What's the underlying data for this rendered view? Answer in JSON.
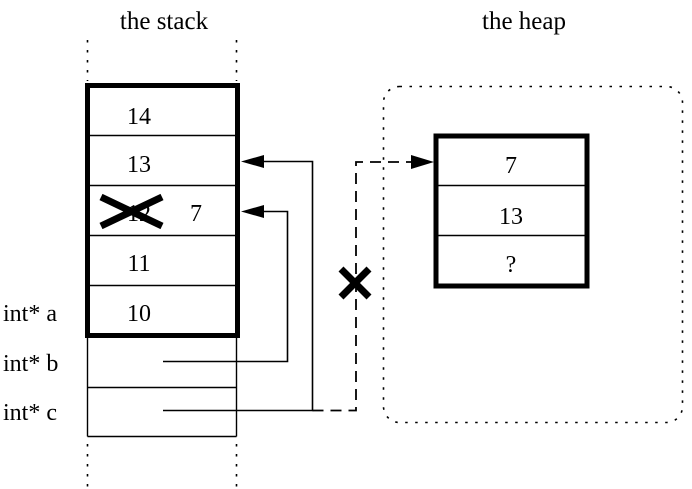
{
  "titles": {
    "stack": "the stack",
    "heap": "the heap"
  },
  "stack": {
    "cells": [
      "14",
      "13",
      "12",
      "11",
      "10"
    ],
    "replacement_value": "7",
    "pointer_labels": [
      "int* a",
      "int* b",
      "int* c"
    ]
  },
  "heap": {
    "cells": [
      "7",
      "13",
      "?"
    ]
  },
  "colors": {
    "ink": "#000000",
    "background": "#ffffff"
  }
}
